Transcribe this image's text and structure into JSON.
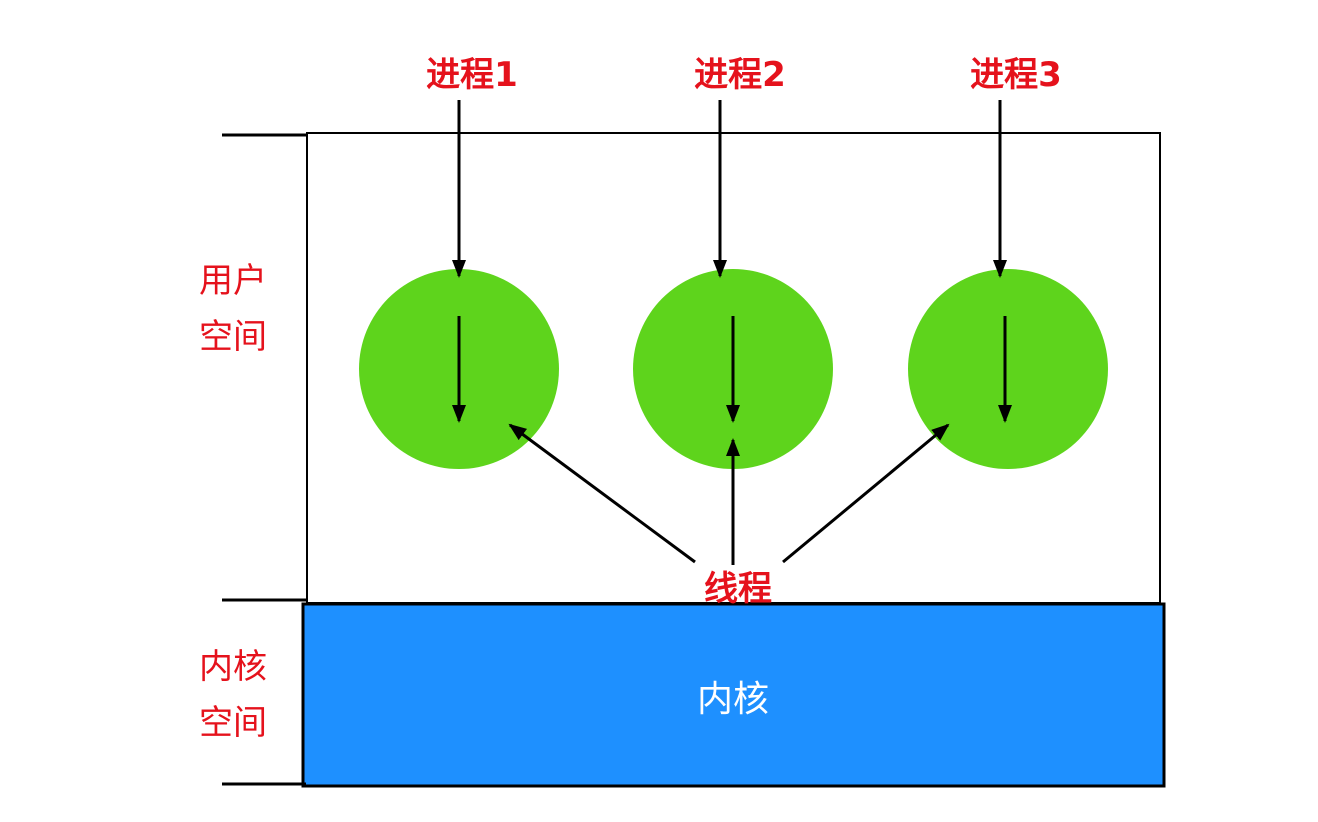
{
  "processes": [
    {
      "label": "进程1"
    },
    {
      "label": "进程2"
    },
    {
      "label": "进程3"
    }
  ],
  "thread_label": "线程",
  "user_space": {
    "line1": "用户",
    "line2": "空间"
  },
  "kernel_space": {
    "line1": "内核",
    "line2": "空间"
  },
  "kernel_label": "内核",
  "colors": {
    "label": "#e5121c",
    "process": "#5ed41c",
    "kernel": "#1e90ff"
  }
}
